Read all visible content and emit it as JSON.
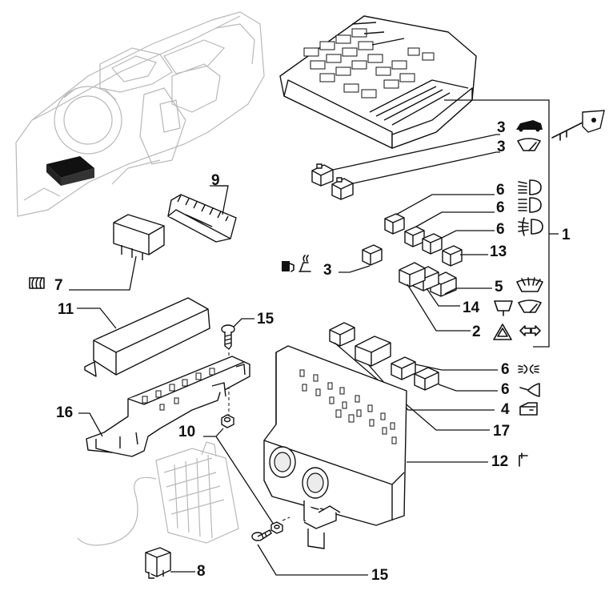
{
  "diagram": {
    "callouts": {
      "dashboard_relay_3_top": "3",
      "wiper_relay_3": "3",
      "immobilizer_relay_3": "3",
      "dipped_beam_relay_6": "6",
      "main_beam_relay_6": "6",
      "fog_light_relay_6": "6",
      "relay_13": "13",
      "rear_wiper_relay_5": "5",
      "relay_14": "14",
      "hazard_relay_2": "2",
      "sidelight_relay_6": "6",
      "horn_relay_6": "6",
      "door_relay_4": "4",
      "relay_17": "17",
      "bracket_12": "12",
      "group_bracket_1": "1",
      "connector_9": "9",
      "heated_rear_window_relay_7": "7",
      "fuse_box_cover_11": "11",
      "screw_15_top": "15",
      "support_16": "16",
      "nut_10": "10",
      "fuse_8": "8",
      "screw_15_bottom": "15"
    },
    "symbols": {
      "dashboard_relay_3_top": "car-bonnet-icon",
      "wiper_relay_3": "windscreen-wiper-icon",
      "immobilizer_relay_3": "fuel-and-seat-heater-icon",
      "dipped_beam_relay_6": "dipped-beam-icon",
      "main_beam_relay_6": "main-beam-icon",
      "fog_light_relay_6": "fog-light-icon",
      "rear_wiper_relay_5": "rear-window-washer-icon",
      "relay_14": "rear-wiper-icon",
      "hazard_relay_2": "hazard-and-turn-indicator-icon",
      "sidelight_relay_6": "sidelight-icon",
      "horn_relay_6": "horn-icon",
      "door_relay_4": "door-icon",
      "bracket_12": "ground-bracket-icon",
      "heated_rear_window_relay_7": "heated-rear-window-icon",
      "key": "ignition-key-icon"
    },
    "colors": {
      "line": "#111111",
      "background": "#ffffff",
      "sketch": "#b8b8b8"
    }
  }
}
